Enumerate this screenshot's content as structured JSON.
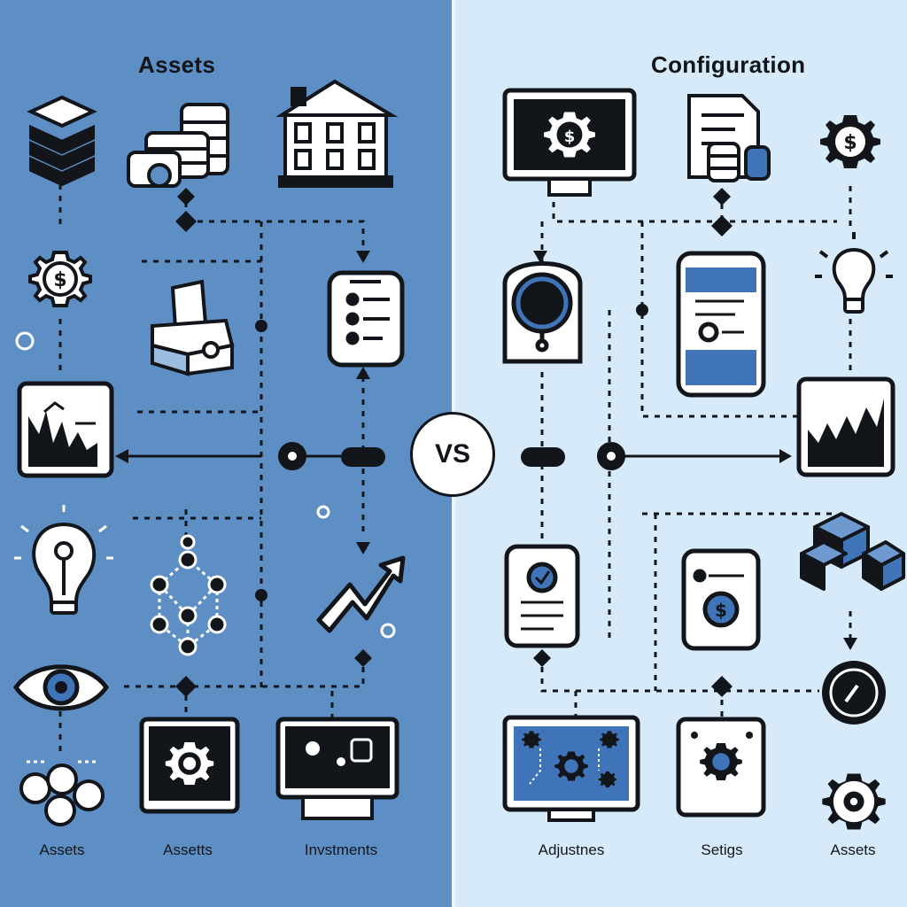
{
  "left_panel": {
    "title": "Assets",
    "labels": [
      "Assets",
      "Assetts",
      "Invstments"
    ],
    "background": "#5e8fc4"
  },
  "right_panel": {
    "title": "Configuration",
    "labels": [
      "Adjustnes",
      "Setigs",
      "Assets"
    ],
    "background": "#d7eaf9"
  },
  "center_badge": "VS",
  "colors": {
    "ink": "#12151a",
    "accent": "#3f74b8",
    "paper": "#ffffff"
  },
  "icons": [
    "stacked-documents-icon",
    "coin-stacks-icon",
    "bank-building-icon",
    "dollar-gear-icon",
    "ballot-box-icon",
    "mobile-list-icon",
    "bar-chart-icon",
    "lightbulb-icon",
    "network-nodes-icon",
    "growth-arrow-icon",
    "eye-icon",
    "coins-icon",
    "monitor-gear-icon",
    "monitor-dashboard-icon",
    "monitor-gear-dollar-icon",
    "document-coins-icon",
    "dollar-gear-icon",
    "smart-speaker-icon",
    "mobile-card-icon",
    "lightbulb-icon",
    "bar-chart-icon",
    "mobile-check-icon",
    "mobile-dollar-icon",
    "cubes-icon",
    "dial-icon",
    "monitor-gears-icon",
    "gear-card-icon",
    "gear-icon"
  ]
}
